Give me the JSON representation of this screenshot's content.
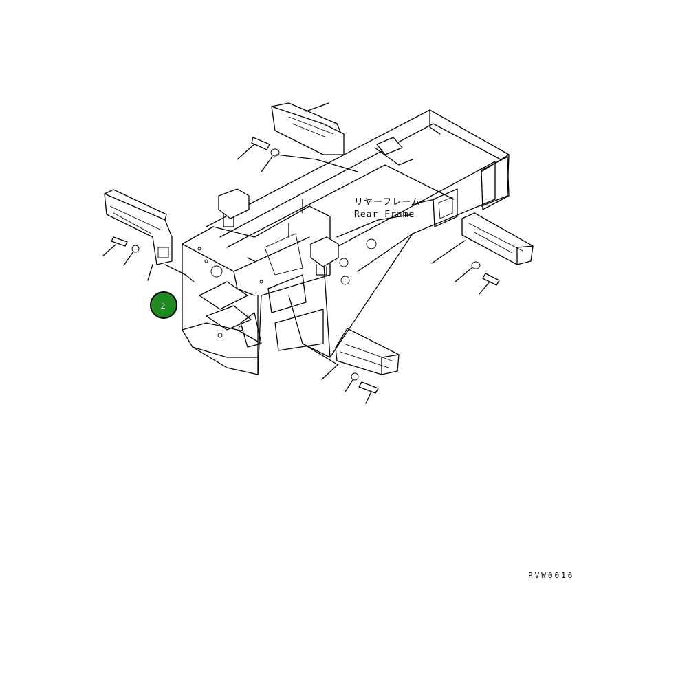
{
  "diagram": {
    "label_jp": "リヤーフレーム",
    "label_en": "Rear Frame",
    "drawing_code": "PVW0016",
    "callout": {
      "number": "2",
      "color": "#1f8a1f"
    }
  }
}
